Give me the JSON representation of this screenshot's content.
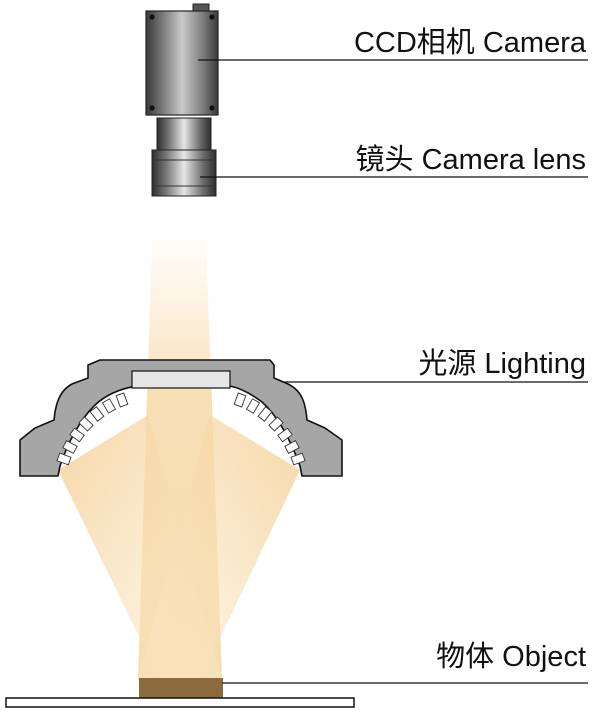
{
  "labels": {
    "camera": "CCD相机 Camera",
    "lens": "镜头 Camera lens",
    "lighting": "光源 Lighting",
    "object": "物体 Object"
  },
  "colors": {
    "light_beam": "#f7dcae",
    "light_body": "#a6a6a6",
    "object": "#8b6a3e",
    "outline": "#111111"
  }
}
